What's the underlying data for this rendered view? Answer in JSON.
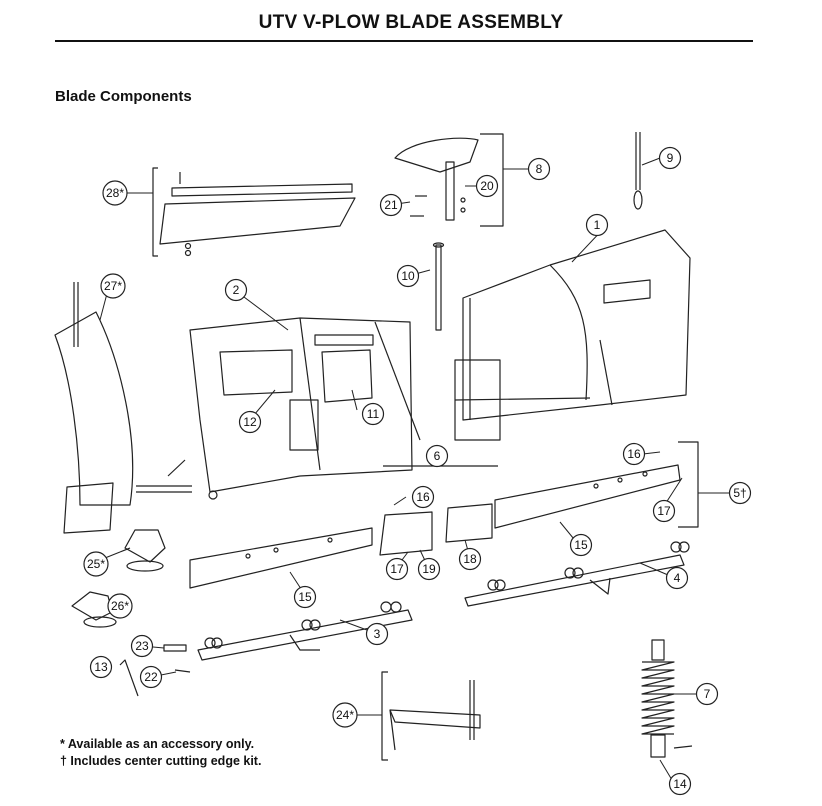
{
  "page": {
    "title": "UTV V-PLOW BLADE ASSEMBLY",
    "section": "Blade Components"
  },
  "callouts": [
    "1",
    "2",
    "3",
    "4",
    "5†",
    "6",
    "7",
    "8",
    "9",
    "10",
    "11",
    "12",
    "13",
    "14",
    "15",
    "15",
    "16",
    "16",
    "17",
    "17",
    "18",
    "19",
    "20",
    "21",
    "22",
    "23",
    "24*",
    "25*",
    "26*",
    "27*",
    "28*"
  ],
  "notes": {
    "accessory": "* Available as an accessory only.",
    "cutting_edge": "† Includes center cutting edge kit."
  }
}
